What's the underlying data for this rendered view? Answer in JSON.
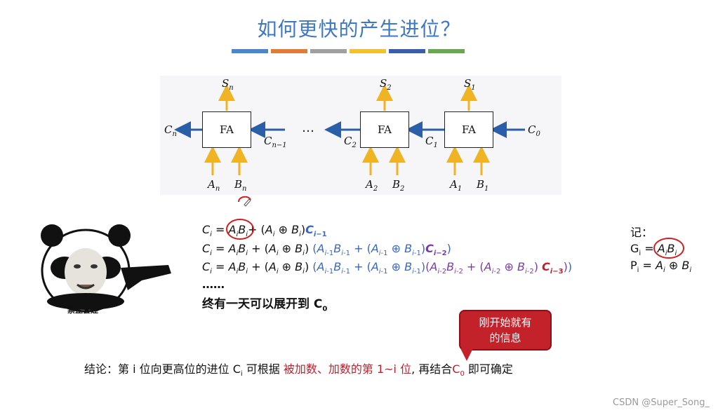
{
  "title": "如何更快的产生进位？",
  "color_bars": [
    "#4a86c8",
    "#e07b39",
    "#a0a0a0",
    "#f2c12e",
    "#3a5fa8",
    "#6aa84f"
  ],
  "diagram": {
    "fa_label": "FA",
    "dots": "…",
    "labels": {
      "sn": "S",
      "sn_sub": "n",
      "s2": "S",
      "s2_sub": "2",
      "s1": "S",
      "s1_sub": "1",
      "cn": "C",
      "cn_sub": "n",
      "cn1": "C",
      "cn1_sub": "n−1",
      "c2": "C",
      "c2_sub": "2",
      "c1": "C",
      "c1_sub": "1",
      "c0": "C",
      "c0_sub": "0",
      "an": "A",
      "an_sub": "n",
      "bn": "B",
      "bn_sub": "n",
      "a2": "A",
      "a2_sub": "2",
      "b2": "B",
      "b2_sub": "2",
      "a1": "A",
      "a1_sub": "1",
      "b1": "B",
      "b1_sub": "1"
    }
  },
  "meme_caption": "禁止套娃",
  "equations": {
    "dots": "……",
    "final_text": "终有一天可以展开到 C",
    "final_sub": "0"
  },
  "note": {
    "label": "记：",
    "g": "G",
    "g_sub": "i",
    "p": "P",
    "p_sub": "i"
  },
  "callout": {
    "line1": "刚开始就有",
    "line2": "的信息"
  },
  "conclusion": {
    "part1": "结论：第 i 位向更高位的进位 C",
    "part1_sub": "i",
    "part2": " 可根据 ",
    "part3": "被加数、加数的第 1~i 位",
    "part4": ", 再结合",
    "part5": "C",
    "part5_sub": "0",
    "part6": " 即可确定"
  },
  "watermark": "CSDN @Super_Song_"
}
